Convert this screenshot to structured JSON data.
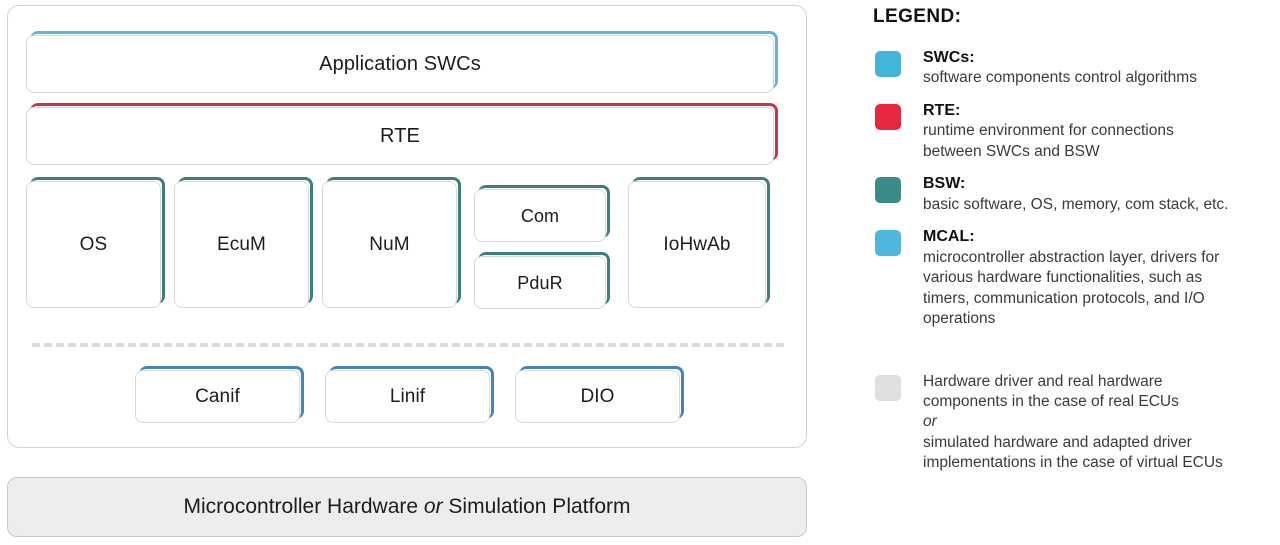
{
  "colors": {
    "swc_accent": "#5FB6D4",
    "rte_accent": "#C9344A",
    "bsw_accent": "#3D7F7C",
    "mcal_accent": "#3E87BE",
    "legend_swc": "#43B5D8",
    "legend_rte": "#E8283C",
    "legend_bsw": "#3D8B86",
    "legend_mcal": "#4FB6DC",
    "legend_hw": "#E0E0E0",
    "card_border": "#d8d8d8",
    "container_border": "#d2d2d2",
    "divider": "#dcdcdc",
    "hw_bar_fill": "#ededed"
  },
  "diagram": {
    "application_layer": {
      "label": "Application SWCs",
      "accent": "swc"
    },
    "rte_layer": {
      "label": "RTE",
      "accent": "rte"
    },
    "bsw_layer": {
      "accent": "bsw",
      "boxes": [
        {
          "label": "OS"
        },
        {
          "label": "EcuM"
        },
        {
          "label": "NuM"
        },
        {
          "label": "Com"
        },
        {
          "label": "PduR"
        },
        {
          "label": "IoHwAb"
        }
      ]
    },
    "mcal_layer": {
      "accent": "mcal",
      "boxes": [
        {
          "label": "Canif"
        },
        {
          "label": "Linif"
        },
        {
          "label": "DIO"
        }
      ]
    },
    "hardware_bar": {
      "text_before": "Microcontroller Hardware ",
      "text_italic": "or",
      "text_after": " Simulation Platform"
    }
  },
  "legend": {
    "title": "LEGEND:",
    "items": [
      {
        "swatch": "legend_swc",
        "term": "SWCs:",
        "lines": [
          "software components control algorithms"
        ]
      },
      {
        "swatch": "legend_rte",
        "term": "RTE:",
        "lines": [
          "runtime environment for connections",
          "between SWCs and BSW"
        ]
      },
      {
        "swatch": "legend_bsw",
        "term": "BSW:",
        "lines": [
          "basic software, OS, memory, com stack, etc."
        ]
      },
      {
        "swatch": "legend_mcal",
        "term": "MCAL:",
        "lines": [
          "microcontroller abstraction layer, drivers for",
          "various hardware functionalities, such as",
          "timers, communication protocols, and I/O",
          "operations"
        ]
      },
      {
        "swatch": "legend_hw",
        "term": "",
        "lines": [
          "Hardware driver and real hardware",
          "components in the case of real ECUs",
          "or",
          "simulated hardware and adapted driver",
          "implementations in the case of virtual ECUs"
        ],
        "italic_lines": [
          2
        ]
      }
    ]
  }
}
